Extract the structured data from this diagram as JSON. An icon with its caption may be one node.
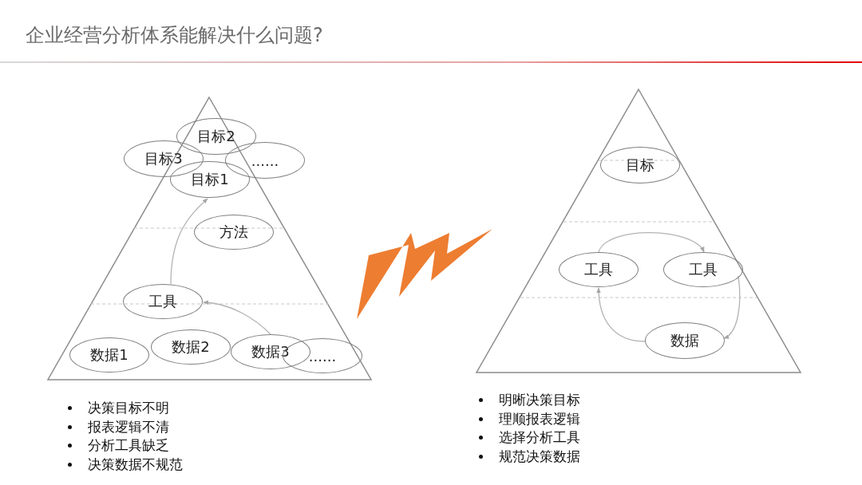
{
  "diagram": {
    "title": "企业经营分析体系能解决什么问题?",
    "nodes": [
      {
        "text": [
          "目标2"
        ]
      },
      {
        "text": [
          "目标3"
        ]
      },
      {
        "text": [
          "......"
        ]
      },
      {
        "text": [
          "目标1"
        ]
      },
      {
        "text": [
          "方法"
        ]
      },
      {
        "text": [
          "工具"
        ]
      },
      {
        "text": [
          "数据1"
        ]
      },
      {
        "text": [
          "数据2"
        ]
      },
      {
        "text": [
          "数据3"
        ]
      },
      {
        "text": [
          "......"
        ]
      },
      {
        "text": [
          "目标"
        ]
      },
      {
        "text": [
          "工具"
        ]
      },
      {
        "text": [
          "工具"
        ]
      },
      {
        "text": [
          "数据"
        ]
      }
    ],
    "edges": [
      {
        "from": 5,
        "to": 3,
        "arrow": "to"
      },
      {
        "from": 8,
        "to": 5,
        "arrow": "to"
      },
      {
        "from": 11,
        "to": 12,
        "arrow": "to"
      },
      {
        "from": 12,
        "to": 13,
        "arrow": "to"
      },
      {
        "from": 13,
        "to": 11,
        "arrow": "to"
      }
    ],
    "labels": [
      "决策目标不明",
      "报表逻辑不清",
      "分析工具缺乏",
      "决策数据不规范",
      "明晰决策目标",
      "理顺报表逻辑",
      "选择分析工具",
      "规范决策数据"
    ]
  }
}
